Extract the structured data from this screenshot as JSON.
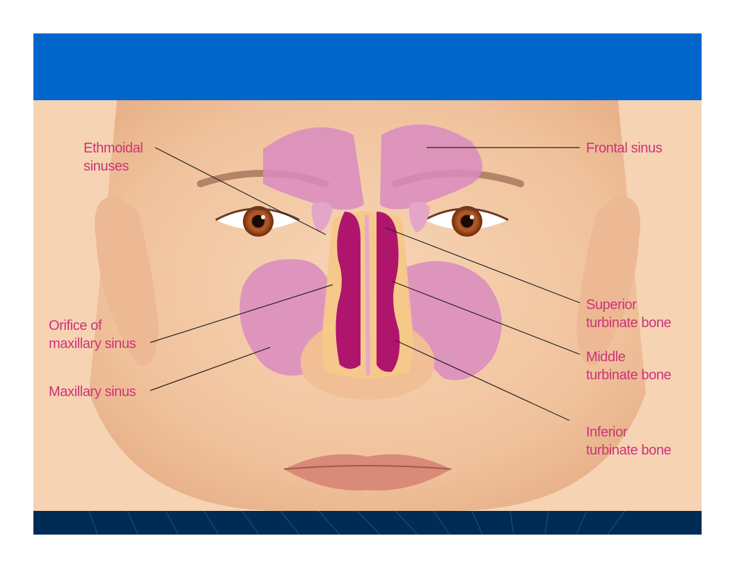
{
  "colors": {
    "title_band": "#0066CC",
    "footer_band": "#002B55",
    "label_text": "#CC3377",
    "skin": "#F3C7A2",
    "sinus_fill": "#D98BC0",
    "turbinate_fill": "#B0156E"
  },
  "labels": {
    "ethmoidal": "Ethmoidal\nsinuses",
    "frontal": "Frontal sinus",
    "orifice": "Orifice of\nmaxillary sinus",
    "maxillary": "Maxillary sinus",
    "superior": "Superior\nturbinate bone",
    "middle": "Middle\nturbinate bone",
    "inferior": "Inferior\nturbinate bone"
  },
  "icons": [
    "face-illustration",
    "leader-lines"
  ]
}
